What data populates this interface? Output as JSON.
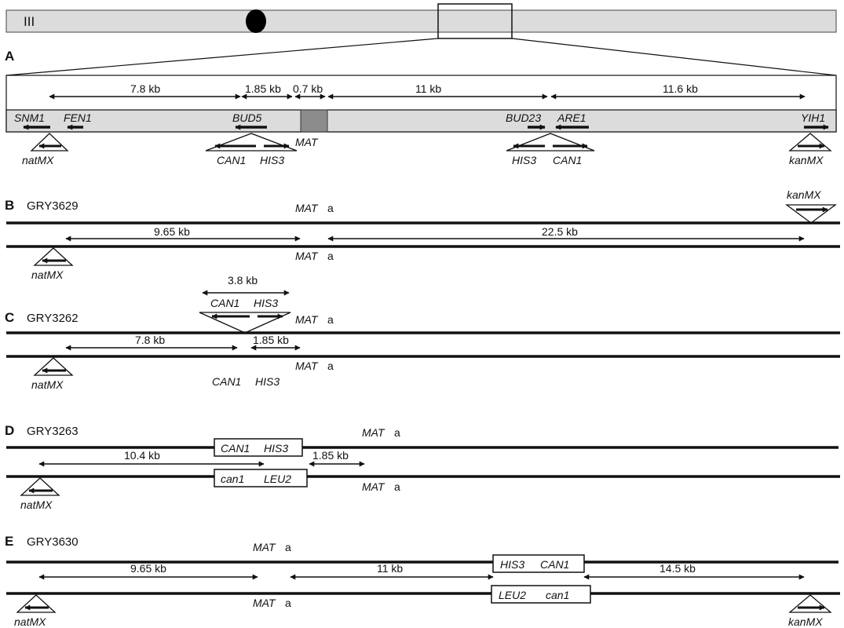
{
  "chromosome": {
    "label": "III"
  },
  "panelA": {
    "letter": "A",
    "distances": [
      "7.8 kb",
      "1.85 kb",
      "0.7 kb",
      "11 kb",
      "11.6 kb"
    ],
    "genes": [
      "SNM1",
      "FEN1",
      "BUD5",
      "BUD23",
      "ARE1",
      "YIH1"
    ],
    "mat": "MAT",
    "markers": {
      "natmx": "natMX",
      "can1_left": "CAN1",
      "his3_left": "HIS3",
      "his3_right": "HIS3",
      "can1_right": "CAN1",
      "kanmx": "kanMX"
    }
  },
  "panelB": {
    "letter": "B",
    "strain": "GRY3629",
    "mat_top": "MAT",
    "mat_top_allele": "a",
    "mat_bottom": "MAT",
    "mat_bottom_allele": "a",
    "kanmx": "kanMX",
    "natmx": "natMX",
    "d1": "9.65 kb",
    "d2": "22.5 kb"
  },
  "panelC": {
    "letter": "C",
    "strain": "GRY3262",
    "d_insert": "3.8 kb",
    "can1_top": "CAN1",
    "his3_top": "HIS3",
    "mat_top": "MAT",
    "mat_top_allele": "a",
    "d1": "7.8 kb",
    "d2": "1.85 kb",
    "mat_bottom": "MAT",
    "mat_bottom_allele": "a",
    "natmx": "natMX",
    "can1_bottom": "CAN1",
    "his3_bottom": "HIS3"
  },
  "panelD": {
    "letter": "D",
    "strain": "GRY3263",
    "box_top_1": "CAN1",
    "box_top_2": "HIS3",
    "mat_top": "MAT",
    "mat_top_allele": "a",
    "d1": "10.4 kb",
    "d2": "1.85 kb",
    "box_bottom_1": "can1",
    "box_bottom_2": "LEU2",
    "mat_bottom": "MAT",
    "mat_bottom_allele": "a",
    "natmx": "natMX"
  },
  "panelE": {
    "letter": "E",
    "strain": "GRY3630",
    "mat_top": "MAT",
    "mat_top_allele": "a",
    "box_top_1": "HIS3",
    "box_top_2": "CAN1",
    "d1": "9.65 kb",
    "d2": "11 kb",
    "d3": "14.5 kb",
    "mat_bottom": "MAT",
    "mat_bottom_allele": "a",
    "box_bottom_1": "LEU2",
    "box_bottom_2": "can1",
    "natmx": "natMX",
    "kanmx": "kanMX"
  },
  "colors": {
    "chromosome_fill": "#dcdcdc",
    "mat_box_fill": "#8c8c8c",
    "ink": "#111111"
  }
}
